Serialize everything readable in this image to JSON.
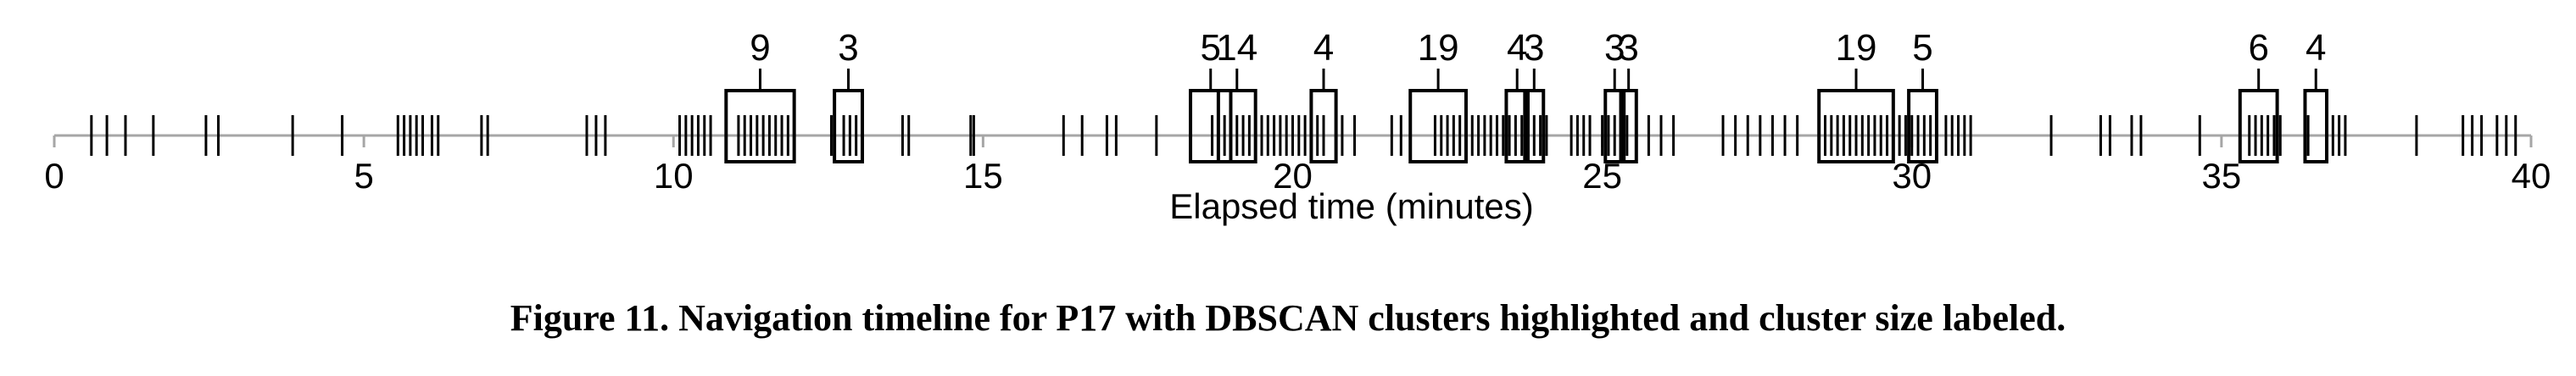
{
  "chart_data": {
    "type": "timeline",
    "xlabel": "Elapsed time (minutes)",
    "xlim": [
      0,
      40
    ],
    "ticks": [
      0,
      5,
      10,
      15,
      20,
      25,
      30,
      35,
      40
    ],
    "tick_labels": [
      "0",
      "5",
      "10",
      "15",
      "20",
      "25",
      "30",
      "35",
      "40"
    ],
    "events": [
      0.6,
      0.85,
      1.15,
      1.6,
      2.45,
      2.65,
      3.85,
      4.65,
      5.55,
      5.65,
      5.75,
      5.85,
      5.95,
      6.1,
      6.2,
      6.9,
      7.0,
      8.6,
      8.75,
      8.9,
      10.1,
      10.2,
      10.3,
      10.4,
      10.5,
      10.6,
      11.05,
      11.15,
      11.25,
      11.35,
      11.45,
      11.55,
      11.65,
      11.75,
      11.85,
      12.55,
      12.75,
      12.85,
      12.95,
      13.7,
      13.8,
      14.8,
      14.85,
      16.3,
      16.6,
      17.0,
      17.15,
      17.8,
      18.7,
      18.8,
      18.9,
      19.0,
      19.1,
      19.2,
      19.3,
      19.4,
      19.5,
      19.6,
      19.7,
      19.8,
      19.9,
      20.0,
      20.1,
      20.2,
      20.3,
      20.4,
      20.5,
      20.8,
      21.0,
      21.6,
      21.75,
      22.3,
      22.4,
      22.5,
      22.6,
      22.7,
      22.8,
      22.9,
      23.0,
      23.1,
      23.2,
      23.3,
      23.4,
      23.5,
      23.6,
      23.7,
      23.8,
      23.9,
      24.0,
      24.1,
      24.5,
      24.6,
      24.7,
      24.8,
      25.0,
      25.1,
      25.2,
      25.4,
      25.55,
      25.75,
      25.95,
      26.15,
      26.95,
      27.15,
      27.35,
      27.55,
      27.75,
      27.95,
      28.15,
      28.6,
      28.7,
      28.8,
      28.9,
      29.0,
      29.1,
      29.2,
      29.3,
      29.4,
      29.5,
      29.6,
      29.7,
      29.8,
      29.9,
      30.0,
      30.1,
      30.2,
      30.3,
      30.4,
      30.55,
      30.65,
      30.75,
      30.85,
      30.95,
      32.25,
      33.05,
      33.2,
      33.55,
      33.7,
      34.65,
      35.45,
      35.55,
      35.65,
      35.75,
      35.85,
      35.95,
      36.4,
      36.7,
      36.8,
      36.9,
      37.0,
      38.15,
      38.9,
      39.05,
      39.2,
      39.45,
      39.6,
      39.75
    ],
    "clusters": [
      {
        "start": 10.85,
        "end": 11.95,
        "size": "9"
      },
      {
        "start": 12.6,
        "end": 13.05,
        "size": "3"
      },
      {
        "start": 18.35,
        "end": 19.0,
        "size": "5"
      },
      {
        "start": 18.8,
        "end": 19.4,
        "size": "14"
      },
      {
        "start": 20.3,
        "end": 20.7,
        "size": "4"
      },
      {
        "start": 21.9,
        "end": 22.8,
        "size": "19"
      },
      {
        "start": 23.45,
        "end": 23.8,
        "size": "4"
      },
      {
        "start": 23.75,
        "end": 24.05,
        "size": "3"
      },
      {
        "start": 25.05,
        "end": 25.35,
        "size": "3"
      },
      {
        "start": 25.3,
        "end": 25.55,
        "size": "3"
      },
      {
        "start": 28.5,
        "end": 29.7,
        "size": "19"
      },
      {
        "start": 29.95,
        "end": 30.4,
        "size": "5"
      },
      {
        "start": 35.3,
        "end": 35.9,
        "size": "6"
      },
      {
        "start": 36.35,
        "end": 36.7,
        "size": "4"
      }
    ]
  },
  "caption": "Figure 11. Navigation timeline for P17 with DBSCAN clusters highlighted and cluster size labeled."
}
